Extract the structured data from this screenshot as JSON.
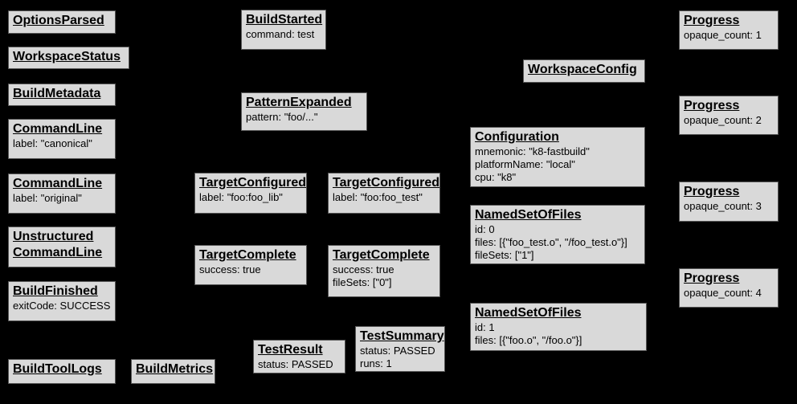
{
  "diagram": {
    "description": "Build event protocol graph",
    "background_color": "#000000",
    "node_fill_color": "#d9d9d9",
    "node_border_color": "#565656",
    "text_color": "#000000"
  },
  "nodes": [
    {
      "title": "OptionsParsed",
      "props": []
    },
    {
      "title": "WorkspaceStatus",
      "props": []
    },
    {
      "title": "BuildMetadata",
      "props": []
    },
    {
      "title": "CommandLine",
      "props": [
        "label: \"canonical\""
      ]
    },
    {
      "title": "CommandLine",
      "props": [
        "label: \"original\""
      ]
    },
    {
      "title": "Unstructured CommandLine",
      "props": []
    },
    {
      "title": "BuildFinished",
      "props": [
        "exitCode: SUCCESS"
      ]
    },
    {
      "title": "BuildToolLogs",
      "props": []
    },
    {
      "title": "BuildMetrics",
      "props": []
    },
    {
      "title": "BuildStarted",
      "props": [
        "command: test"
      ]
    },
    {
      "title": "PatternExpanded",
      "props": [
        "pattern: \"foo/...\""
      ]
    },
    {
      "title": "TargetConfigured",
      "props": [
        "label: \"foo:foo_lib\""
      ]
    },
    {
      "title": "TargetConfigured",
      "props": [
        "label: \"foo:foo_test\""
      ]
    },
    {
      "title": "TargetComplete",
      "props": [
        "success: true"
      ]
    },
    {
      "title": "TargetComplete",
      "props": [
        "success: true",
        "fileSets: [\"0\"]"
      ]
    },
    {
      "title": "TestResult",
      "props": [
        "status: PASSED"
      ]
    },
    {
      "title": "TestSummary",
      "props": [
        "status: PASSED",
        "runs: 1"
      ]
    },
    {
      "title": "WorkspaceConfig",
      "props": []
    },
    {
      "title": "Configuration",
      "props": [
        "mnemonic: \"k8-fastbuild\"",
        "platformName: \"local\"",
        "cpu: \"k8\""
      ]
    },
    {
      "title": "NamedSetOfFiles",
      "props": [
        "id: 0",
        "files: [{\"foo_test.o\", \"/foo_test.o\"}]",
        "fileSets: [\"1\"]"
      ]
    },
    {
      "title": "NamedSetOfFiles",
      "props": [
        "id: 1",
        "files: [{\"foo.o\", \"/foo.o\"}]"
      ]
    },
    {
      "title": "Progress",
      "props": [
        "opaque_count: 1"
      ]
    },
    {
      "title": "Progress",
      "props": [
        "opaque_count: 2"
      ]
    },
    {
      "title": "Progress",
      "props": [
        "opaque_count: 3"
      ]
    },
    {
      "title": "Progress",
      "props": [
        "opaque_count: 4"
      ]
    }
  ]
}
